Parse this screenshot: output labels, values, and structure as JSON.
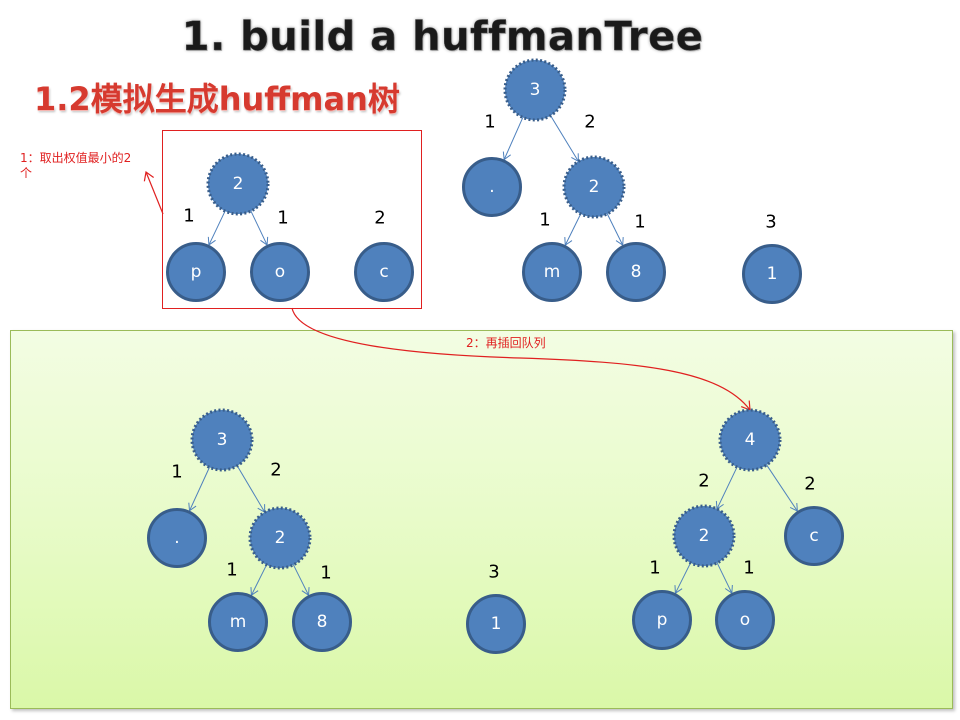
{
  "title": "1. build a huffmanTree",
  "subtitle": "1.2模拟生成huffman树",
  "annotations": {
    "step1": "1：取出权值最小的2个",
    "step2": "2：再插回队列"
  },
  "colors": {
    "node_fill": "#4f81bd",
    "node_stroke": "#385d8a",
    "edge": "#4f81bd",
    "annotation": "#e02020",
    "panel_border": "#9bbb59"
  },
  "before": {
    "selected_group": {
      "trees": [
        {
          "root": {
            "label": "2",
            "internal": true
          },
          "children": [
            {
              "label": "p",
              "weight": "1"
            },
            {
              "label": "o",
              "weight": "1"
            }
          ]
        },
        {
          "root": {
            "label": "c",
            "internal": false
          },
          "weight": "2"
        }
      ]
    },
    "remaining": [
      {
        "root": {
          "label": "3",
          "internal": true
        },
        "children": [
          {
            "label": ".",
            "weight": "1"
          },
          {
            "label": "2",
            "weight": "2",
            "internal": true,
            "children": [
              {
                "label": "m",
                "weight": "1"
              },
              {
                "label": "8",
                "weight": "1"
              }
            ]
          }
        ]
      },
      {
        "root": {
          "label": "1",
          "internal": false
        },
        "weight": "3"
      }
    ]
  },
  "after": {
    "queue": [
      {
        "root": {
          "label": "3",
          "internal": true
        },
        "children": [
          {
            "label": ".",
            "weight": "1"
          },
          {
            "label": "2",
            "weight": "2",
            "internal": true,
            "children": [
              {
                "label": "m",
                "weight": "1"
              },
              {
                "label": "8",
                "weight": "1"
              }
            ]
          }
        ]
      },
      {
        "root": {
          "label": "1",
          "internal": false
        },
        "weight": "3"
      },
      {
        "root": {
          "label": "4",
          "internal": true
        },
        "children": [
          {
            "label": "2",
            "weight": "2",
            "internal": true,
            "children": [
              {
                "label": "p",
                "weight": "1"
              },
              {
                "label": "o",
                "weight": "1"
              }
            ]
          },
          {
            "label": "c",
            "weight": "2"
          }
        ]
      }
    ]
  }
}
